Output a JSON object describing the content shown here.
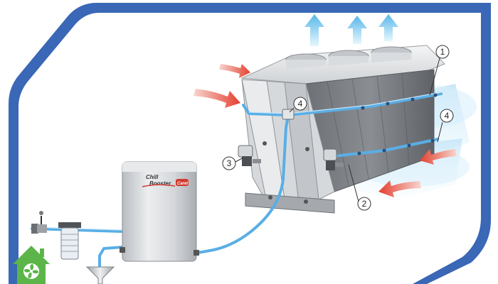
{
  "brand": {
    "word1": "Chill",
    "word2": "Booster",
    "badge": "Carel"
  },
  "callouts": [
    {
      "id": "1",
      "label": "1"
    },
    {
      "id": "2",
      "label": "2"
    },
    {
      "id": "3",
      "label": "3"
    },
    {
      "id": "4a",
      "label": "4"
    },
    {
      "id": "4b",
      "label": "4"
    }
  ],
  "colors": {
    "frame_blue": "#3a67b6",
    "pipe_blue": "#5aaee6",
    "arrow_red": "#e64a3c",
    "arrow_blue": "#6fc5ee",
    "mist_blue": "#cfe9f8",
    "house_green": "#5bb548",
    "cabinet_grey": "#c9ccd0"
  },
  "icons": {
    "corner_logo": "house-fan-icon",
    "exhaust": "up-arrow-icon",
    "intake": "right-arrow-icon",
    "drain": "funnel-icon"
  }
}
